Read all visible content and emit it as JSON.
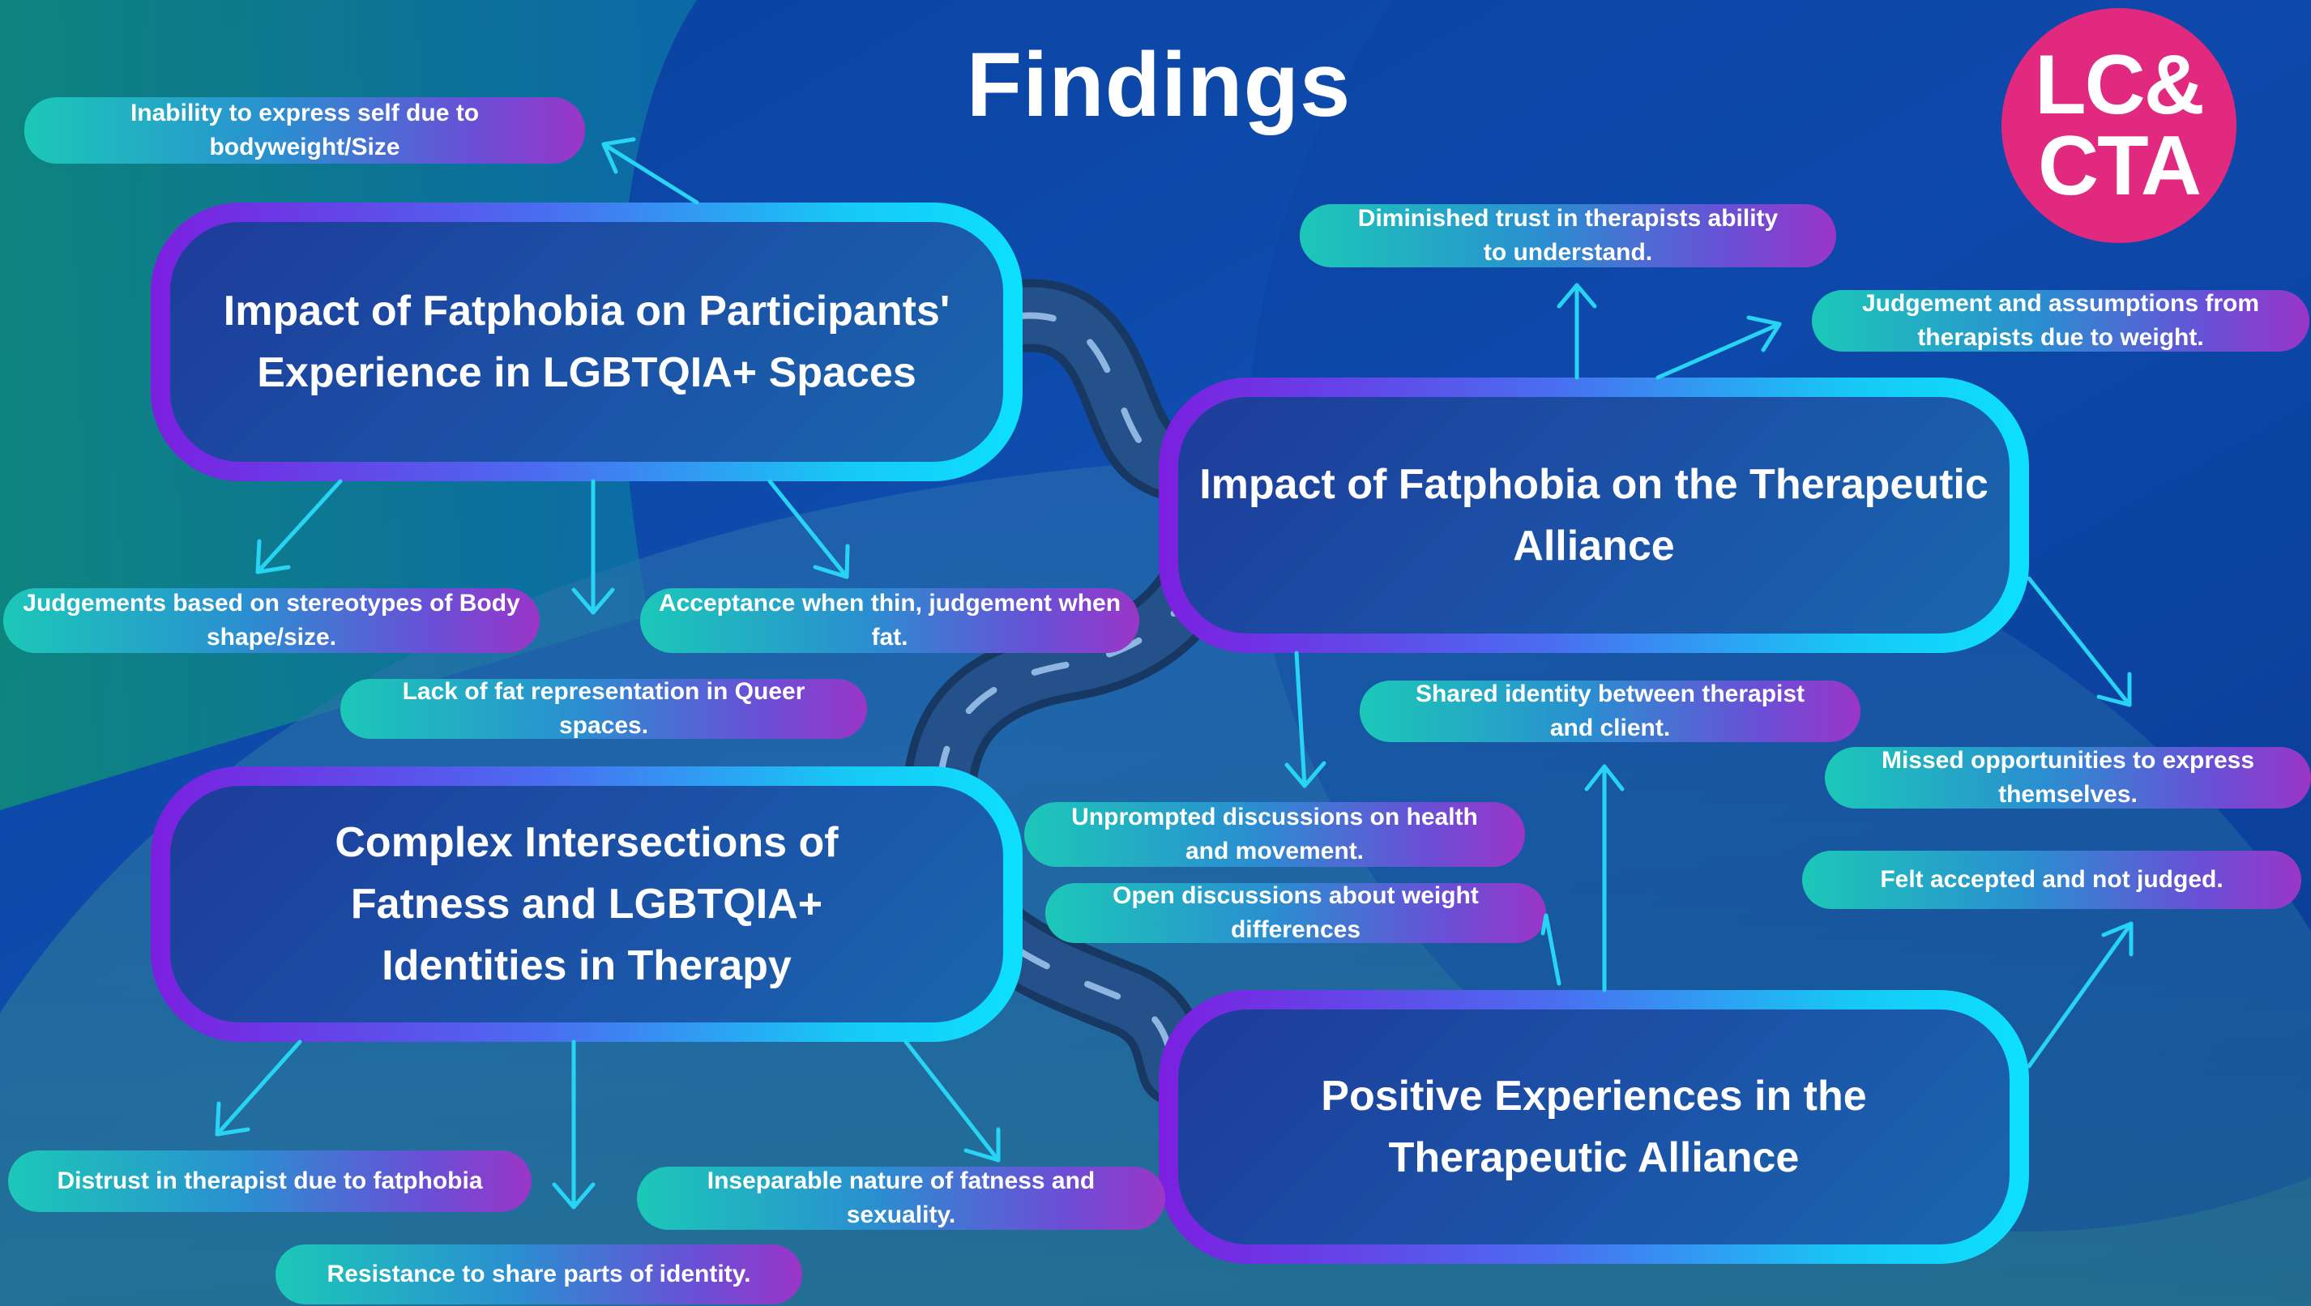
{
  "title": "Findings",
  "logo": {
    "line1": "LC&",
    "line2": "CTA"
  },
  "themes": {
    "fatphobia_lgbtqia": "Impact of Fatphobia on Participants' Experience in LGBTQIA+ Spaces",
    "intersections": "Complex Intersections of Fatness and LGBTQIA+ Identities in Therapy",
    "therapeutic_alliance": "Impact of Fatphobia on the Therapeutic Alliance",
    "positive": "Positive Experiences in the Therapeutic Alliance"
  },
  "findings": {
    "inability_express": "Inability to express self due to bodyweight/Size",
    "stereotypes": "Judgements based on stereotypes of Body shape/size.",
    "acceptance_thin": "Acceptance when thin, judgement when fat.",
    "lack_representation": "Lack of fat representation in Queer spaces.",
    "distrust": "Distrust in therapist due to fatphobia",
    "resistance": "Resistance to share parts of identity.",
    "inseparable": "Inseparable nature of fatness and sexuality.",
    "diminished_trust": "Diminished trust in therapists ability to understand.",
    "judgement_assumptions": "Judgement and assumptions from therapists due to weight.",
    "shared_identity": "Shared identity between therapist and client.",
    "missed_opportunities": "Missed opportunities to express themselves.",
    "unprompted": "Unprompted discussions on health and movement.",
    "open_discussions": "Open discussions about weight differences",
    "felt_accepted": "Felt accepted and not judged."
  },
  "colors": {
    "background": "#0d4aa6",
    "logo": "#e0297f",
    "arrow": "#28d4f4",
    "road": "#1b3f73"
  }
}
